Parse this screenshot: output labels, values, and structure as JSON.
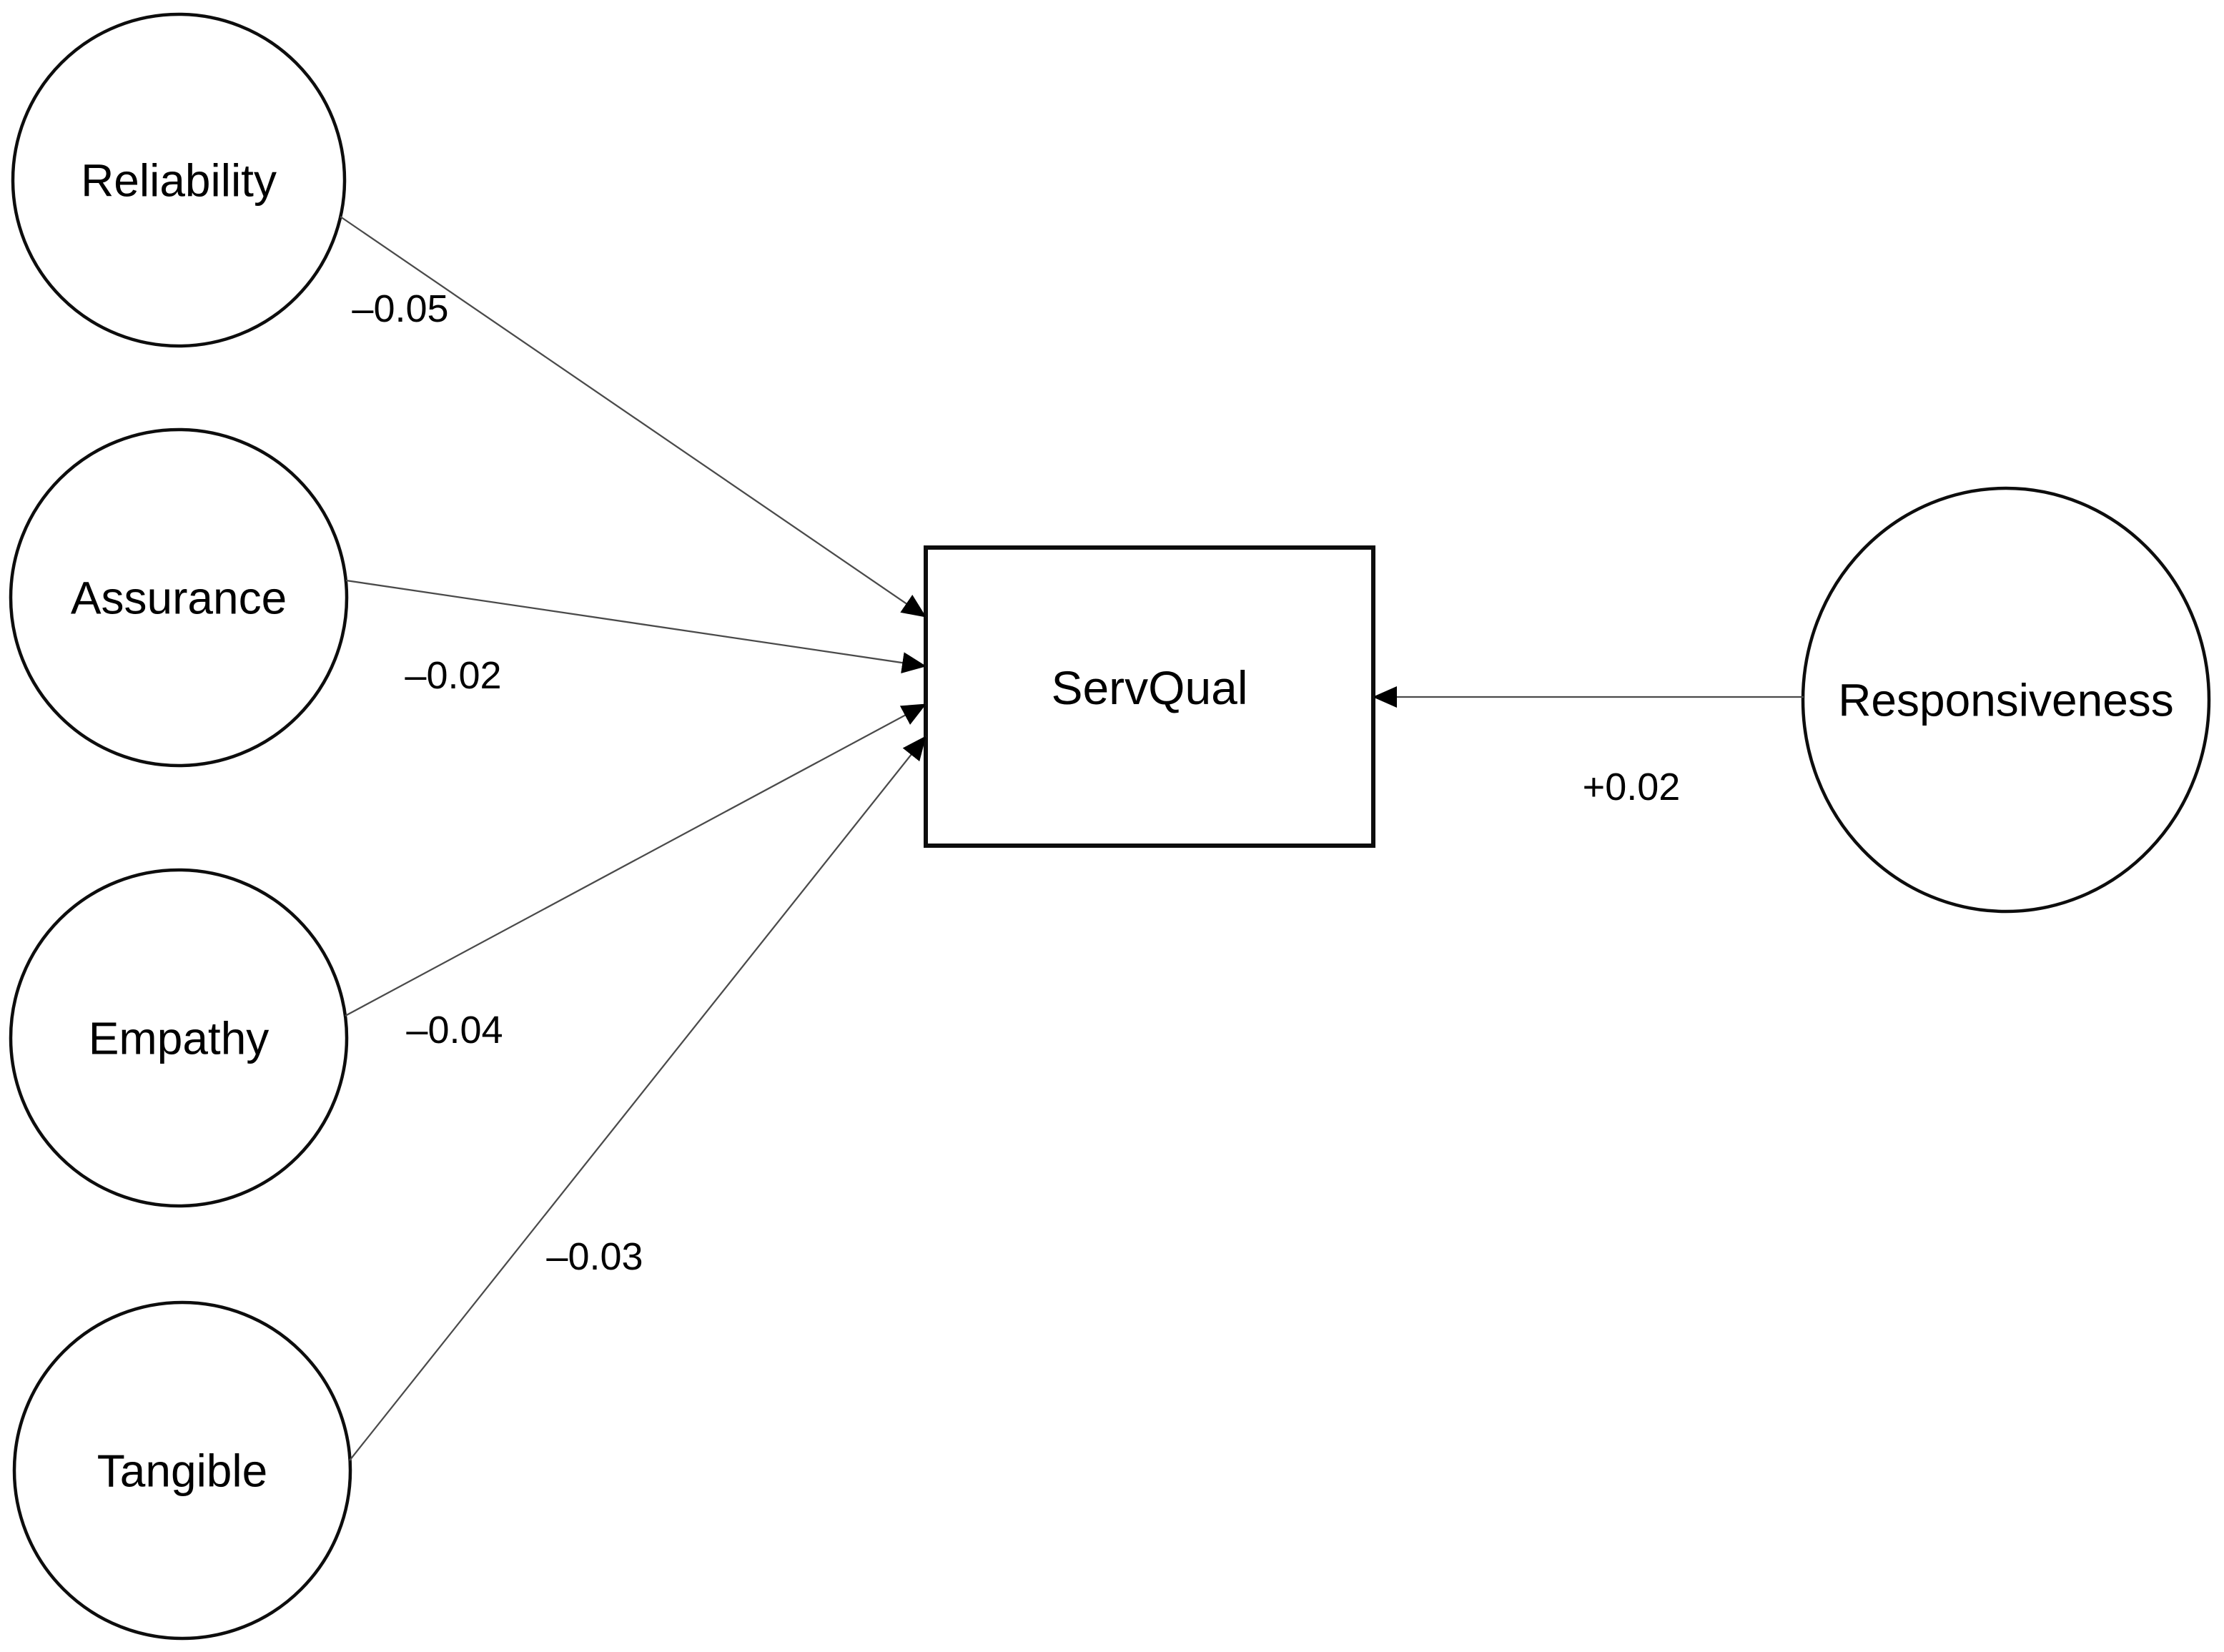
{
  "diagram": {
    "target": {
      "label": "ServQual"
    },
    "factors": [
      {
        "label": "Reliability",
        "coef": "–0.05"
      },
      {
        "label": "Assurance",
        "coef": "–0.02"
      },
      {
        "label": "Empathy",
        "coef": "–0.04"
      },
      {
        "label": "Tangible",
        "coef": "–0.03"
      },
      {
        "label": "Responsiveness",
        "coef": "+0.02"
      }
    ],
    "colors": {
      "background": "#ffffff",
      "node_stroke": "#0d0d0d",
      "connector": "#4a4a4a",
      "arrowhead": "#000000",
      "text": "#000000"
    }
  }
}
